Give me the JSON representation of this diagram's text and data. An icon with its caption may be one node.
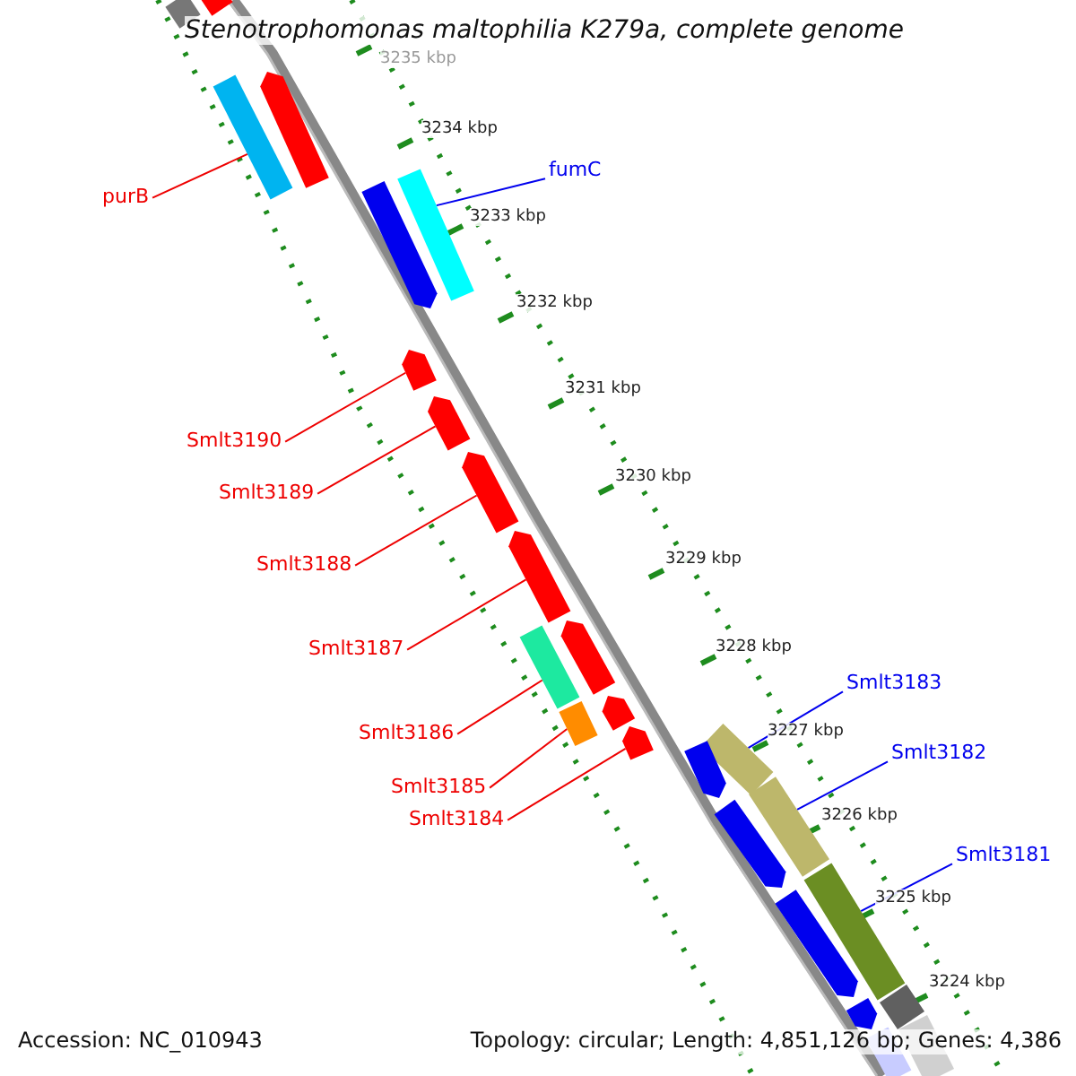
{
  "diagram": {
    "title": "Stenotrophomonas maltophilia K279a, complete genome",
    "nodes": [
      {
        "text": [
          "purB"
        ]
      },
      {
        "text": [],
        "shape": "bar"
      },
      {
        "text": [
          "fumC"
        ]
      },
      {
        "text": [],
        "shape": "bar"
      },
      {
        "text": [
          "Smlt3190"
        ]
      },
      {
        "text": [],
        "shape": "bar"
      },
      {
        "text": [
          "Smlt3189"
        ]
      },
      {
        "text": [],
        "shape": "bar"
      },
      {
        "text": [
          "Smlt3188"
        ]
      },
      {
        "text": [],
        "shape": "bar"
      },
      {
        "text": [
          "Smlt3187"
        ]
      },
      {
        "text": [],
        "shape": "bar"
      },
      {
        "text": [
          "Smlt3186"
        ]
      },
      {
        "text": [],
        "shape": "bar"
      },
      {
        "text": [
          "Smlt3185"
        ]
      },
      {
        "text": [],
        "shape": "bar"
      },
      {
        "text": [
          "Smlt3184"
        ]
      },
      {
        "text": [],
        "shape": "bar"
      },
      {
        "text": [
          "Smlt3183"
        ]
      },
      {
        "text": [],
        "shape": "bar"
      },
      {
        "text": [
          "Smlt3182"
        ]
      },
      {
        "text": [],
        "shape": "bar"
      },
      {
        "text": [
          "Smlt3181"
        ]
      },
      {
        "text": [],
        "shape": "bar"
      },
      {
        "text": [],
        "shape": "bar"
      },
      {
        "text": [],
        "shape": "bar"
      },
      {
        "text": [],
        "shape": "bar"
      },
      {
        "text": [],
        "shape": "bar"
      },
      {
        "text": [],
        "shape": "bar"
      },
      {
        "text": [],
        "shape": "bar"
      },
      {
        "text": [],
        "shape": "bar"
      },
      {
        "text": [],
        "shape": "bar"
      },
      {
        "text": [],
        "shape": "bar"
      },
      {
        "text": [],
        "shape": "bar"
      },
      {
        "text": [],
        "shape": "bar"
      },
      {
        "text": [],
        "shape": "bar"
      },
      {
        "text": [],
        "shape": "bar"
      }
    ],
    "edges": [
      {
        "from": 0,
        "to": 1,
        "arrow": "none"
      },
      {
        "from": 2,
        "to": 3,
        "arrow": "none",
        "color": "#0000ee"
      },
      {
        "from": 4,
        "to": 5,
        "arrow": "none"
      },
      {
        "from": 6,
        "to": 7,
        "arrow": "none"
      },
      {
        "from": 8,
        "to": 9,
        "arrow": "none"
      },
      {
        "from": 10,
        "to": 11,
        "arrow": "none"
      },
      {
        "from": 12,
        "to": 13,
        "arrow": "none"
      },
      {
        "from": 14,
        "to": 15,
        "arrow": "none"
      },
      {
        "from": 16,
        "to": 17,
        "arrow": "none"
      },
      {
        "from": 18,
        "to": 19,
        "arrow": "none",
        "color": "#0000ee"
      },
      {
        "from": 20,
        "to": 21,
        "arrow": "none",
        "color": "#0000ee"
      },
      {
        "from": 22,
        "to": 23,
        "arrow": "none",
        "color": "#0000ee"
      }
    ],
    "labels": [
      "3235 kbp",
      "3234 kbp",
      "3233 kbp",
      "3232 kbp",
      "3231 kbp",
      "3230 kbp",
      "3229 kbp",
      "3228 kbp",
      "3227 kbp",
      "3226 kbp",
      "3225 kbp",
      "3224 kbp",
      "Accession: NC_010943",
      "Topology: circular; Length: 4,851,126 bp; Genes: 4,386"
    ]
  }
}
